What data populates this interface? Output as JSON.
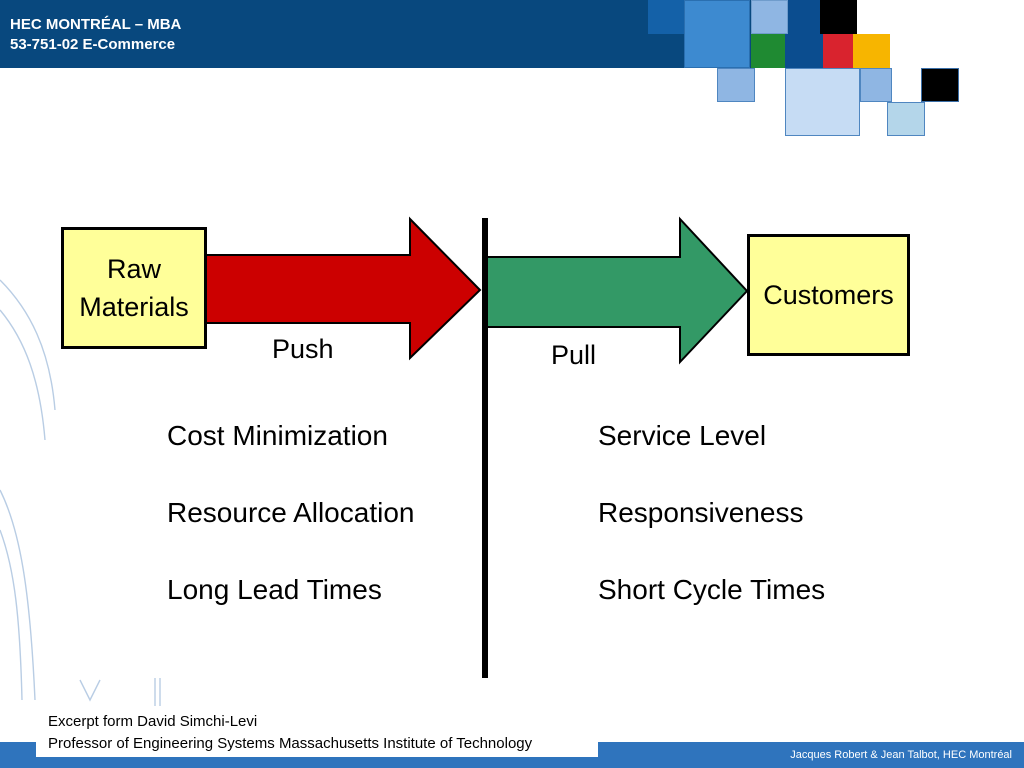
{
  "header": {
    "course_line": "HEC MONTRÉAL – MBA",
    "course_code": "53-751-02 E-Commerce"
  },
  "colors": {
    "header_bg": "#08487e",
    "push_arrow": "#cc0000",
    "pull_arrow": "#339966",
    "box_fill": "#ffff99",
    "footer_bg": "#2f74bd"
  },
  "diagram": {
    "source_box": "Raw\nMaterials",
    "target_box": "Customers",
    "push_label": "Push",
    "pull_label": "Pull",
    "push_items": [
      "Cost Minimization",
      "Resource Allocation",
      "Long Lead Times"
    ],
    "pull_items": [
      "Service Level",
      "Responsiveness",
      "Short Cycle Times"
    ]
  },
  "credit": {
    "line1": "Excerpt form David Simchi-Levi",
    "line2": "Professor of Engineering Systems Massachusetts Institute of Technology"
  },
  "footer": {
    "authors": "Jacques Robert & Jean Talbot,  HEC Montréal"
  }
}
